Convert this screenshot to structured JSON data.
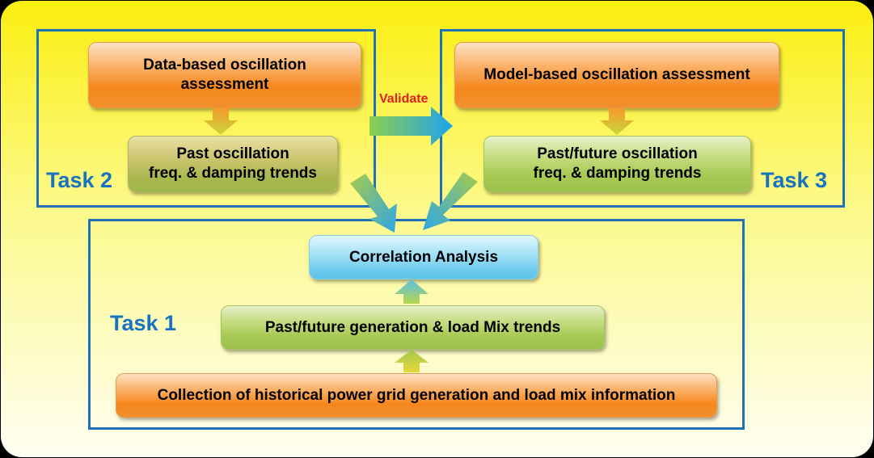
{
  "tasks": {
    "task2": {
      "label": "Task 2",
      "data_box": "Data-based oscillation assessment",
      "past_box_line1": "Past oscillation",
      "past_box_line2": "freq. & damping trends"
    },
    "task3": {
      "label": "Task 3",
      "model_box": "Model-based oscillation assessment",
      "future_box_line1": "Past/future oscillation",
      "future_box_line2": "freq. & damping trends"
    },
    "task1": {
      "label": "Task 1",
      "correlation_box": "Correlation Analysis",
      "trends_box": "Past/future generation & load Mix trends",
      "collection_box": "Collection of historical power grid generation and load mix information"
    }
  },
  "validate_label": "Validate",
  "colors": {
    "frame": "#1f71b8",
    "task_label": "#1673c2",
    "validate": "#e31f1f",
    "background_top": "#fbee0f",
    "background_bottom": "#fffef2"
  }
}
